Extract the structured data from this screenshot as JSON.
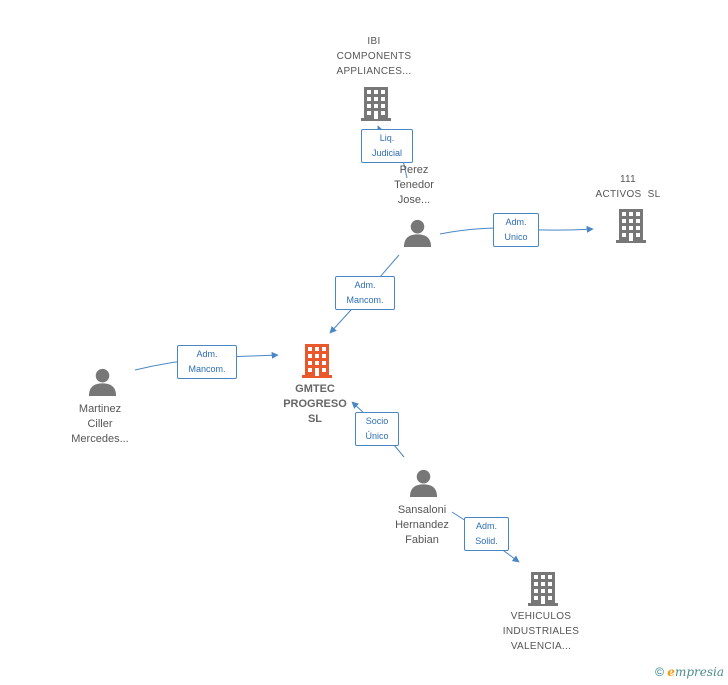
{
  "colors": {
    "edge": "#4a86c6",
    "building": "#777777",
    "central_building": "#e8582a",
    "person": "#777777"
  },
  "nodes": [
    {
      "id": "ibi",
      "kind": "company",
      "lines": [
        "IBI",
        "COMPONENTS",
        "APPLIANCES..."
      ]
    },
    {
      "id": "activos",
      "kind": "company",
      "lines": [
        "111",
        "ACTIVOS  SL"
      ]
    },
    {
      "id": "perez",
      "kind": "person",
      "lines": [
        "Perez",
        "Tenedor",
        "Jose..."
      ]
    },
    {
      "id": "gmtec",
      "kind": "central",
      "lines": [
        "GMTEC",
        "PROGRESO",
        "SL"
      ]
    },
    {
      "id": "martinez",
      "kind": "person",
      "lines": [
        "Martinez",
        "Ciller",
        "Mercedes..."
      ]
    },
    {
      "id": "sansaloni",
      "kind": "person",
      "lines": [
        "Sansaloni",
        "Hernandez",
        "Fabian"
      ]
    },
    {
      "id": "vehiculos",
      "kind": "company",
      "lines": [
        "VEHICULOS",
        "INDUSTRIALES",
        "VALENCIA..."
      ]
    }
  ],
  "relations": [
    {
      "id": "liq-judicial",
      "from": "perez",
      "to": "ibi",
      "lines": [
        "Liq.",
        "Judicial"
      ]
    },
    {
      "id": "adm-unico",
      "from": "perez",
      "to": "activos",
      "lines": [
        "Adm.",
        "Unico"
      ]
    },
    {
      "id": "adm-mancom-perez",
      "from": "perez",
      "to": "gmtec",
      "lines": [
        "Adm.",
        "Mancom."
      ]
    },
    {
      "id": "adm-mancom-martinez",
      "from": "martinez",
      "to": "gmtec",
      "lines": [
        "Adm.",
        "Mancom."
      ]
    },
    {
      "id": "socio-unico",
      "from": "sansaloni",
      "to": "gmtec",
      "lines": [
        "Socio",
        "Único"
      ]
    },
    {
      "id": "adm-solid",
      "from": "sansaloni",
      "to": "vehiculos",
      "lines": [
        "Adm.",
        "Solid."
      ]
    }
  ],
  "footer": {
    "copyright": "©",
    "brand_initial": "e",
    "brand_rest": "mpresia"
  }
}
